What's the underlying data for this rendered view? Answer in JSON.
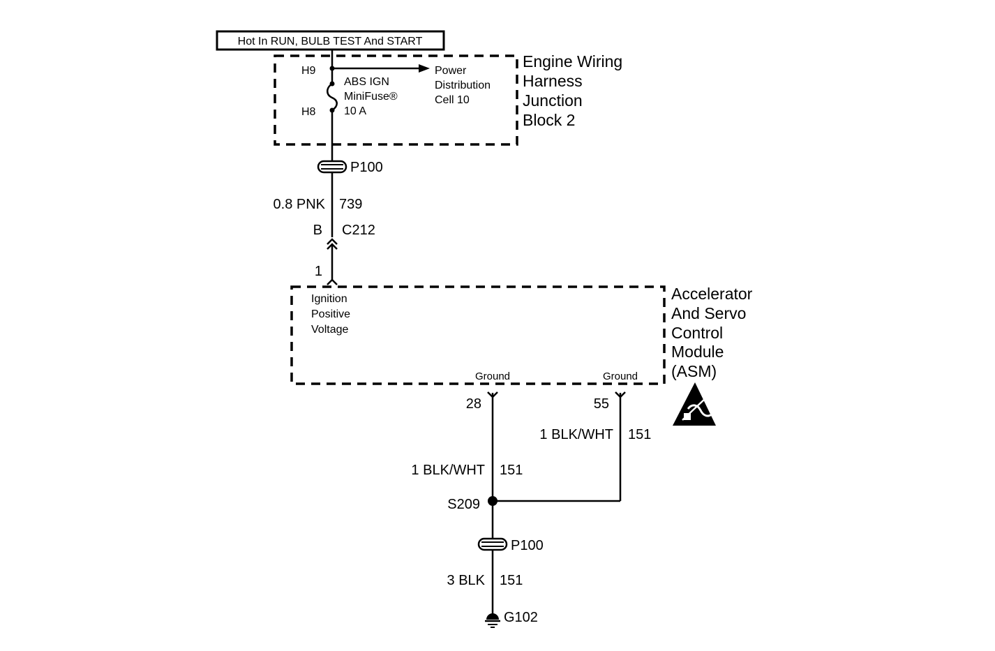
{
  "power_label": "Hot In RUN, BULB TEST And START",
  "ewhjb": {
    "name_lines": [
      "Engine Wiring",
      "Harness",
      "Junction",
      "Block 2"
    ],
    "terminal_top": "H9",
    "terminal_bottom": "H8",
    "fuse_lines": [
      "ABS IGN",
      "MiniFuse®",
      "10 A"
    ],
    "feed_lines": [
      "Power",
      "Distribution",
      "Cell 10"
    ]
  },
  "passthrough_top": "P100",
  "wire_upper": {
    "gauge_color": "0.8 PNK",
    "circuit": "739"
  },
  "connector_c212": {
    "cavity": "B",
    "name": "C212"
  },
  "asm_pin_ignition": "1",
  "asm": {
    "name_lines": [
      "Accelerator",
      "And Servo",
      "Control",
      "Module",
      "(ASM)"
    ],
    "ignition_lines": [
      "Ignition",
      "Positive",
      "Voltage"
    ],
    "ground_label_1": "Ground",
    "ground_label_2": "Ground",
    "pin_ground_1": "28",
    "pin_ground_2": "55"
  },
  "wire_ground_55": {
    "gauge_color": "1 BLK/WHT",
    "circuit": "151"
  },
  "wire_ground_28": {
    "gauge_color": "1 BLK/WHT",
    "circuit": "151"
  },
  "splice": "S209",
  "passthrough_bottom": "P100",
  "wire_ground_main": {
    "gauge_color": "3 BLK",
    "circuit": "151"
  },
  "ground_point": "G102",
  "esd_icon": "esd-warning-icon",
  "colors": {
    "line": "#000000",
    "background": "#ffffff"
  }
}
